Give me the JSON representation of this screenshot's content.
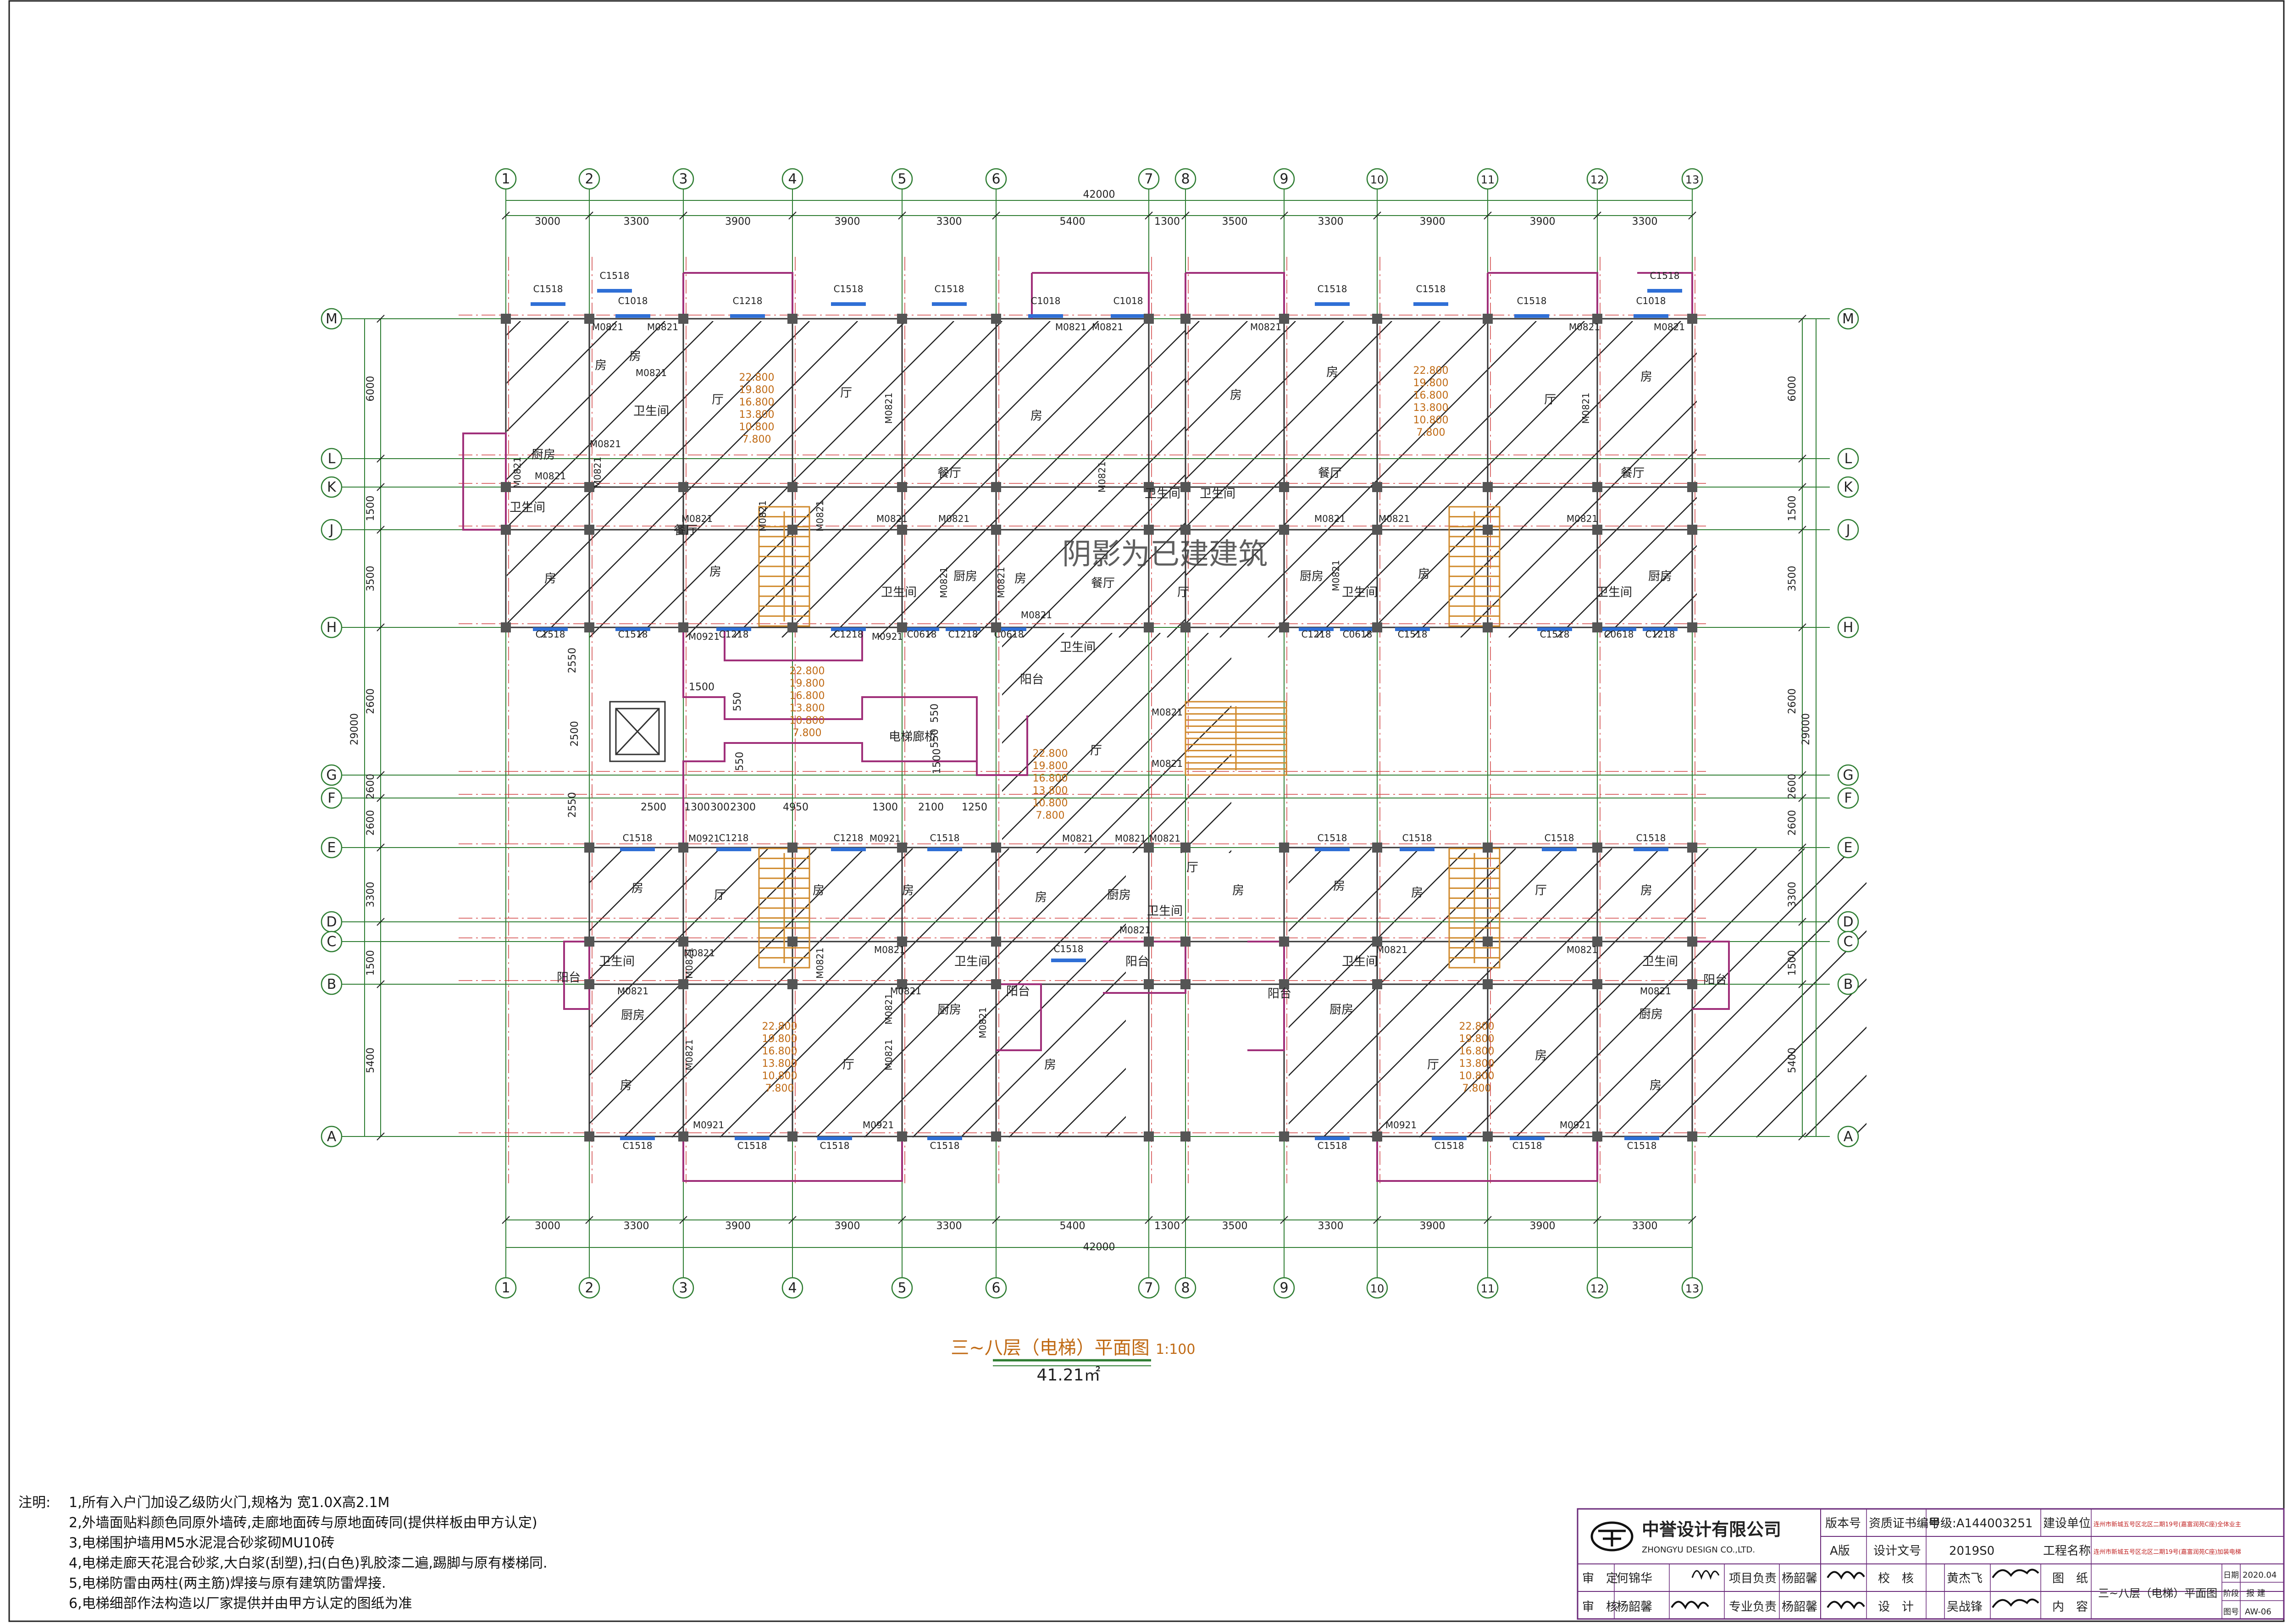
{
  "drawing": {
    "title": "三~八层（电梯）平面图",
    "scale": "1:100",
    "area": "41.21㎡",
    "watermark": "阴影为已建建筑"
  },
  "grid": {
    "columns": [
      "1",
      "2",
      "3",
      "4",
      "5",
      "6",
      "7",
      "8",
      "9",
      "10",
      "11",
      "12",
      "13"
    ],
    "rows": [
      "M",
      "L",
      "K",
      "J",
      "H",
      "G",
      "F",
      "E",
      "D",
      "C",
      "B",
      "A"
    ],
    "top_dims": [
      "3000",
      "3300",
      "3900",
      "3900",
      "3300",
      "5400",
      "1300",
      "3500",
      "3300",
      "3900",
      "3900",
      "3300"
    ],
    "total_width": "42000",
    "left_dims": [
      "6000",
      "1500",
      "3500",
      "2600",
      "2600",
      "2600",
      "3300",
      "1500",
      "5400"
    ],
    "total_height": "29000",
    "bridge_dims": [
      "2500",
      "1300",
      "300",
      "2300",
      "4950",
      "1300",
      "2100",
      "1250",
      "2550",
      "2550",
      "1500",
      "550",
      "550",
      "550",
      "1500",
      "550"
    ]
  },
  "labels": {
    "rooms": [
      "房",
      "厅",
      "餐厅",
      "厨房",
      "卫生间",
      "阳台",
      "电梯廊桥"
    ],
    "windows": [
      "C1518",
      "C1018",
      "C1218",
      "C0618"
    ],
    "doors": [
      "M0821",
      "M0921"
    ],
    "levels": [
      "22.800",
      "19.800",
      "16.800",
      "13.800",
      "10.800",
      "7.800"
    ]
  },
  "notes": {
    "label": "注明:",
    "items": [
      "1,所有入户门加设乙级防火门,规格为 宽1.0X高2.1M",
      "2,外墙面贴料颜色同原外墙砖,走廊地面砖与原地面砖同(提供样板由甲方认定)",
      "3,电梯围护墙用M5水泥混合砂浆砌MU10砖",
      "4,电梯走廊天花混合砂浆,大白浆(刮塑),扫(白色)乳胶漆二遍,踢脚与原有楼梯同.",
      "5,电梯防雷由两柱(两主筋)焊接与原有建筑防雷焊接.",
      "6,电梯细部作法构造以厂家提供并由甲方认定的图纸为准"
    ]
  },
  "title_block": {
    "company_cn": "中誉设计有限公司",
    "company_en": "ZHONGYU DESIGN CO.,LTD.",
    "version_label": "版本号",
    "version": "A版",
    "cert_label": "资质证书编号",
    "cert": "甲级:A144003251",
    "design_doc_label": "设计文号",
    "design_doc": "2019S0",
    "client_label": "建设单位",
    "client": "连州市新城五号区北区二期19号(嘉富润苑C座)全体业主",
    "project_label": "工程名称",
    "project": "连州市新城五号区北区二期19号(嘉富润苑C座)加装电梯",
    "approve_label": "审　定",
    "approve": "何锦华",
    "review_label": "审　核",
    "review": "杨韶馨",
    "pm_label": "项目负责",
    "pm": "杨韶馨",
    "lead_label": "专业负责",
    "lead": "杨韶馨",
    "check_label": "校　核",
    "check": "黄杰飞",
    "design_label": "设　计",
    "designer": "吴战锋",
    "sheet_label": "图　纸",
    "content_label": "内　容",
    "sheet_title": "三~八层（电梯）平面图",
    "date_label": "日期",
    "date": "2020.04",
    "stage_label": "阶段",
    "stage": "报 建",
    "no_label": "图号",
    "no": "AW-06"
  },
  "colors": {
    "grid": "#2e7d32",
    "axis_red": "#d04040",
    "wall": "#333333",
    "column": "#555555",
    "window": "#2f6fd6",
    "bridge": "#a0307a",
    "stair": "#d08a2c",
    "level_text": "#c06a14",
    "title_text": "#c06a14"
  }
}
